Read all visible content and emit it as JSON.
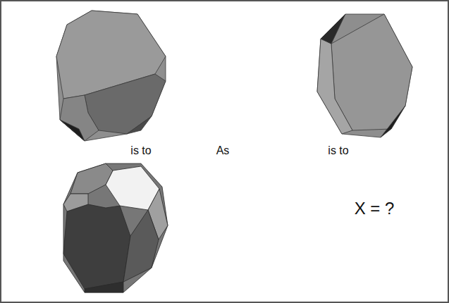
{
  "diagram": {
    "labels": [
      "is to",
      "As",
      "is to",
      "X = ?"
    ]
  }
}
